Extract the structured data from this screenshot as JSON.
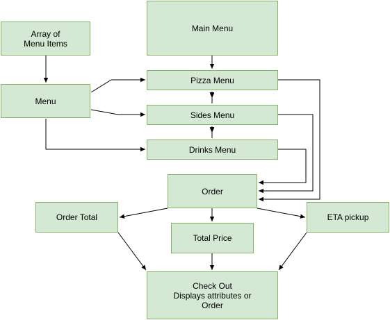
{
  "colors": {
    "node_fill": "#d5e8d4",
    "node_border": "#82b366",
    "edge": "#000000"
  },
  "nodes": {
    "array": {
      "label": "Array of\nMenu Items"
    },
    "menu": {
      "label": "Menu"
    },
    "main": {
      "label": "Main Menu"
    },
    "pizza": {
      "label": "Pizza Menu"
    },
    "sides": {
      "label": "Sides Menu"
    },
    "drinks": {
      "label": "Drinks Menu"
    },
    "order": {
      "label": "Order"
    },
    "order_total": {
      "label": "Order Total"
    },
    "total_price": {
      "label": "Total Price"
    },
    "eta": {
      "label": "ETA pickup"
    },
    "checkout": {
      "label": "Check Out\nDisplays attributes or\nOrder"
    }
  },
  "edges": [
    {
      "from": "array",
      "to": "menu"
    },
    {
      "from": "menu",
      "to": "pizza"
    },
    {
      "from": "menu",
      "to": "sides"
    },
    {
      "from": "menu",
      "to": "drinks"
    },
    {
      "from": "main",
      "to": "pizza"
    },
    {
      "from": "pizza",
      "to": "sides",
      "bidirectional": true
    },
    {
      "from": "sides",
      "to": "drinks",
      "bidirectional": true
    },
    {
      "from": "pizza",
      "to": "order"
    },
    {
      "from": "sides",
      "to": "order"
    },
    {
      "from": "drinks",
      "to": "order"
    },
    {
      "from": "order",
      "to": "order_total"
    },
    {
      "from": "order",
      "to": "total_price"
    },
    {
      "from": "order",
      "to": "eta"
    },
    {
      "from": "order_total",
      "to": "checkout"
    },
    {
      "from": "total_price",
      "to": "checkout"
    },
    {
      "from": "eta",
      "to": "checkout"
    }
  ]
}
